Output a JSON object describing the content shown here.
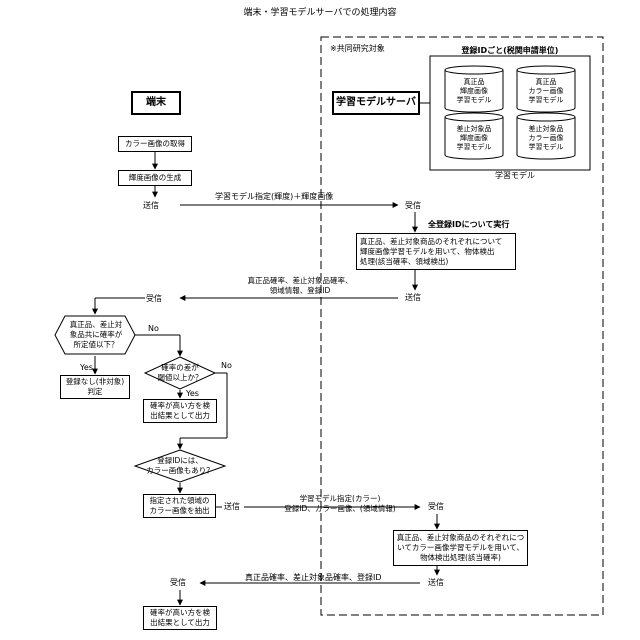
{
  "title": "端末・学習モデルサーバでの処理内容",
  "region_label": "※共同研究対象",
  "terminal": {
    "label": "端末",
    "acquire_color": "カラー画像の取得",
    "generate_gray": "輝度画像の生成",
    "send1": "送信",
    "receive1": "受信",
    "decision1": [
      "真正品、差止対",
      "象品共に確率が",
      "所定値以下？"
    ],
    "no1": "No",
    "yes1": "Yes",
    "unregistered": [
      "登録なし(非対象)",
      "判定"
    ],
    "decision2": [
      "確率の差が",
      "閾値以上か？"
    ],
    "no2": "No",
    "yes2": "Yes",
    "output1": [
      "確率が高い方を検",
      "出結果として出力"
    ],
    "decision3": [
      "登録IDには、",
      "カラー画像もあり？"
    ],
    "extract_color": [
      "指定された領域の",
      "カラー画像を抽出"
    ],
    "send2": "送信",
    "receive2": "受信",
    "output2": [
      "確率が高い方を検",
      "出結果として出力"
    ]
  },
  "server": {
    "label": "学習モデルサーバ",
    "id_group_title": "登録IDごと(税関申請単位)",
    "models": [
      [
        "真正品",
        "輝度画像",
        "学習モデル"
      ],
      [
        "真正品",
        "カラー画像",
        "学習モデル"
      ],
      [
        "差止対象品",
        "輝度画像",
        "学習モデル"
      ],
      [
        "差止対象品",
        "カラー画像",
        "学習モデル"
      ]
    ],
    "models_caption": "学習モデル",
    "receive1": "受信",
    "exec_all": "全登録IDについて実行",
    "process1": [
      "真正品、差止対象商品のそれぞれについて",
      "輝度画像学習モデルを用いて、物体検出",
      "処理(該当確率、領域検出)"
    ],
    "send1": "送信",
    "receive2": "受信",
    "process2": [
      "真正品、差止対象商品のそれぞれにつ",
      "いてカラー画像学習モデルを用いて、",
      "物体検出処理(該当確率)"
    ],
    "send2": "送信"
  },
  "flows": {
    "msg1": "学習モデル指定(輝度)＋輝度画像",
    "msg2": [
      "真正品確率、差止対象品確率、",
      "領域情報、登録ID"
    ],
    "msg3": [
      "学習モデル指定(カラー)",
      "登録ID、カラー画像、(領域情報)"
    ],
    "msg4": "真正品確率、差止対象品確率、登録ID"
  }
}
